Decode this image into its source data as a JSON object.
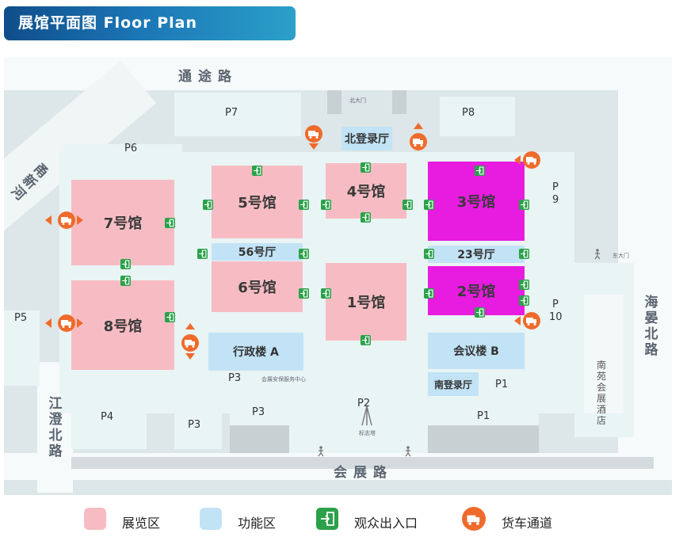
{
  "header": {
    "title": "展馆平面图  Floor Plan"
  },
  "roads": {
    "north": "通途路",
    "south": "会展路",
    "east": "海晏北路",
    "west": "江澄北路",
    "northwest": "甬新河"
  },
  "gates": {
    "north_gate": "北大门",
    "east_gate": "东大门",
    "service_center": "会展安保服务中心",
    "landmark": "标志塔"
  },
  "halls": {
    "h1": "1号馆",
    "h2": "2号馆",
    "h3": "3号馆",
    "h4": "4号馆",
    "h5": "5号馆",
    "h6": "6号馆",
    "h7": "7号馆",
    "h8": "8号馆"
  },
  "functional": {
    "hall56": "56号厅",
    "hall23": "23号厅",
    "north_reg": "北登录厅",
    "south_reg": "南登录厅",
    "admin_a": "行政楼 A",
    "conf_b": "会议楼 B"
  },
  "hotel": "南苑会展酒店",
  "parking": {
    "p1a": "P1",
    "p1b": "P1",
    "p2": "P2",
    "p3a": "P3",
    "p3b": "P3",
    "p3c": "P3",
    "p4": "P4",
    "p5": "P5",
    "p6": "P6",
    "p7": "P7",
    "p8": "P8",
    "p9a": "P",
    "p9b": "9",
    "p10a": "P",
    "p10b": "10"
  },
  "legend": {
    "exhibition": "展览区",
    "functional": "功能区",
    "entrance": "观众出入口",
    "truck": "货车通道"
  },
  "colors": {
    "exhibition": "#f7bcc3",
    "highlight_hall": "#e81be0",
    "functional": "#c2e3f5",
    "entrance": "#2ba24a",
    "truck": "#ef6b2b",
    "title_bar": "#1b75b5"
  }
}
